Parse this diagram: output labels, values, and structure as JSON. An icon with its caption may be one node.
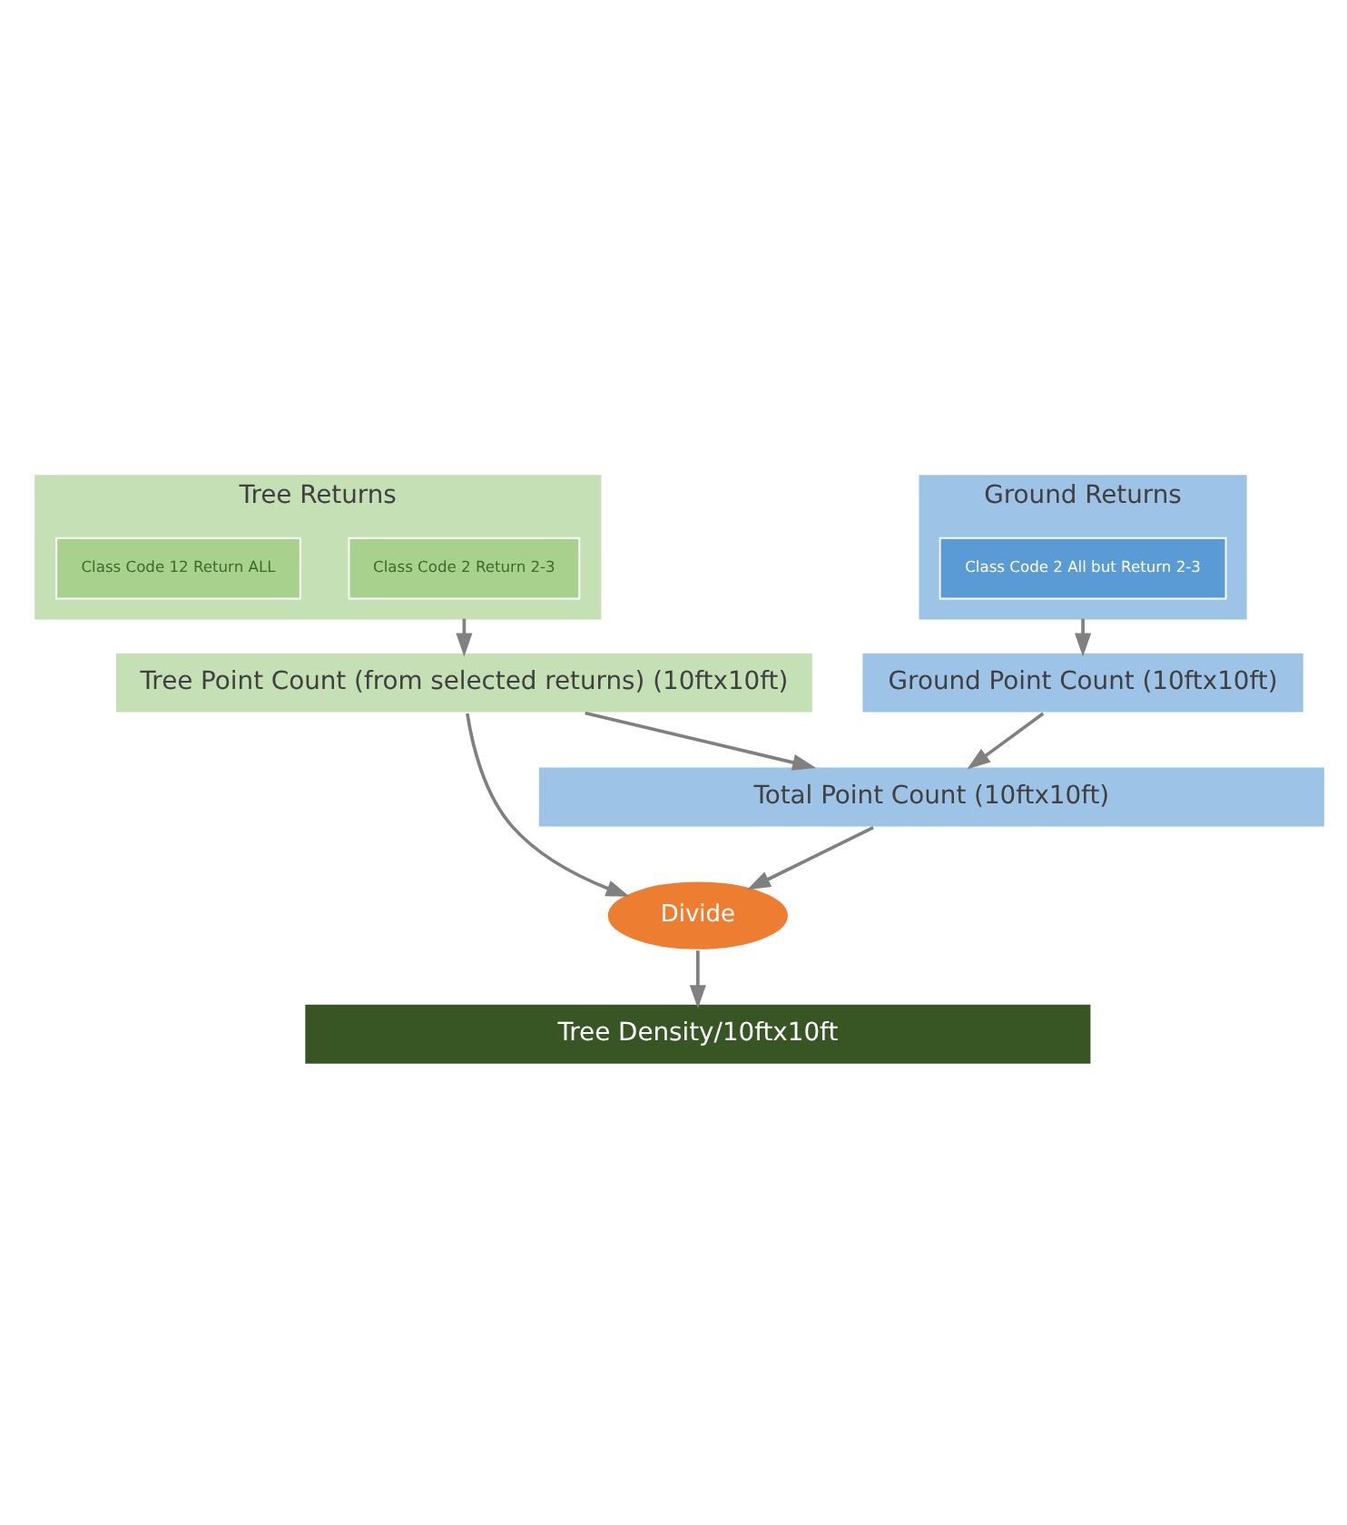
{
  "diagram": {
    "nodes": [
      {
        "text": [
          "Tree Returns"
        ]
      },
      {
        "text": [
          "Class Code 2 Return 2-3"
        ],
        "in": 0
      },
      {
        "text": [
          "Class Code 12 Return ALL"
        ],
        "in": 0
      },
      {
        "text": [
          "Ground Returns"
        ]
      },
      {
        "text": [
          "Class Code 2 All but Return 2-3"
        ],
        "in": 3
      },
      {
        "text": [
          "Tree Point Count (from selected returns) (10ftx10ft)"
        ]
      },
      {
        "text": [
          "Ground Point Count (10ftx10ft)"
        ]
      },
      {
        "text": [
          "Total Point Count (10ftx10ft)"
        ]
      },
      {
        "text": [
          "Divide"
        ]
      },
      {
        "text": [
          "Tree Density/10ftx10ft"
        ]
      }
    ],
    "edges": [
      {
        "from": 0,
        "to": 5,
        "arrow": "to"
      },
      {
        "from": 3,
        "to": 6,
        "arrow": "to"
      },
      {
        "from": 5,
        "to": 7,
        "arrow": "to"
      },
      {
        "from": 6,
        "to": 7,
        "arrow": "to"
      },
      {
        "from": 7,
        "to": 8,
        "arrow": "to"
      },
      {
        "from": 5,
        "to": 8,
        "arrow": "to"
      },
      {
        "from": 8,
        "to": 9,
        "arrow": "to"
      }
    ]
  }
}
